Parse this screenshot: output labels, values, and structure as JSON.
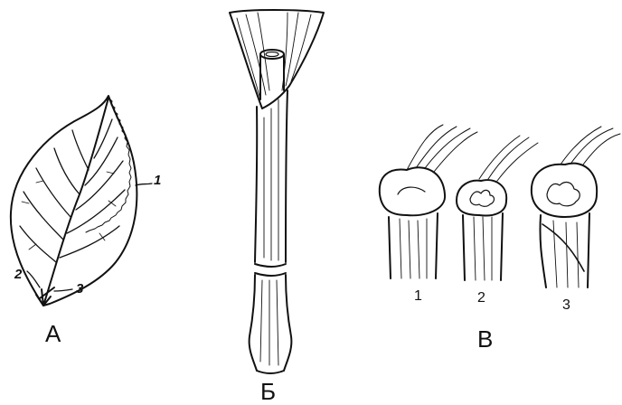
{
  "figure": {
    "panel_a": {
      "letter": "А",
      "callouts": [
        "1",
        "2",
        "3"
      ]
    },
    "panel_b": {
      "letter": "Б"
    },
    "panel_c": {
      "letter": "В",
      "numbers": [
        "1",
        "2",
        "3"
      ]
    }
  },
  "colors": {
    "ink": "#111111",
    "paper": "#ffffff"
  }
}
